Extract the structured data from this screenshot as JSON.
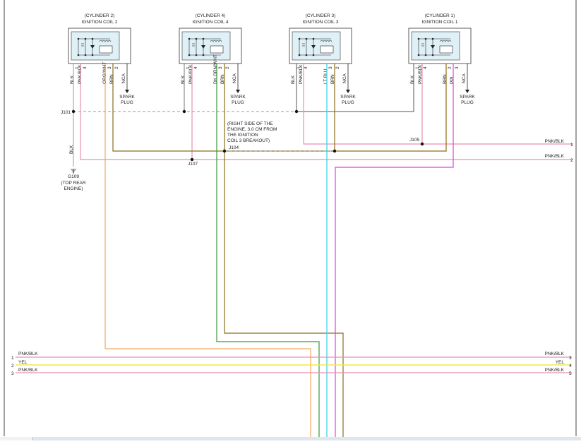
{
  "coils": [
    {
      "cyl": "(CYLINDER 2)",
      "name": "IGNITION COIL 2",
      "pins": [
        {
          "num": "1",
          "wire": "BLK"
        },
        {
          "num": "4",
          "wire": "PNK/BLK"
        },
        {
          "num": "3",
          "wire": "ORG/WHT"
        },
        {
          "num": "2",
          "wire": "BRN"
        }
      ],
      "nca": "NCA",
      "spark1": "SPARK",
      "spark2": "PLUG"
    },
    {
      "cyl": "(CYLINDER 4)",
      "name": "IGNITION COIL 4",
      "pins": [
        {
          "num": "1",
          "wire": "BLK"
        },
        {
          "num": "4",
          "wire": "PNK/BLK"
        },
        {
          "num": "3",
          "wire": "DK GRN/WHT"
        },
        {
          "num": "2",
          "wire": "BRN"
        }
      ],
      "nca": "NCA",
      "spark1": "SPARK",
      "spark2": "PLUG"
    },
    {
      "cyl": "(CYLINDER 3)",
      "name": "IGNITION COIL 3",
      "pins": [
        {
          "num": "1",
          "wire": "BLK"
        },
        {
          "num": "4",
          "wire": "PNK/BLK"
        },
        {
          "num": "3",
          "wire": "LT BLU"
        },
        {
          "num": "2",
          "wire": "BRN"
        }
      ],
      "nca": "NCA",
      "spark1": "SPARK",
      "spark2": "PLUG"
    },
    {
      "cyl": "(CYLINDER 1)",
      "name": "IGNITION COIL 1",
      "pins": [
        {
          "num": "1",
          "wire": "BLK"
        },
        {
          "num": "4",
          "wire": "PNK/BLK"
        },
        {
          "num": "2",
          "wire": "BRN"
        },
        {
          "num": "3",
          "wire": "PPL"
        }
      ],
      "nca": "NCA",
      "spark1": "SPARK",
      "spark2": "PLUG"
    }
  ],
  "splices": {
    "j101": "J101",
    "j104": "J104",
    "j105": "J105",
    "j107": "J107"
  },
  "ground": {
    "wire": "BLK",
    "label": "G109",
    "desc1": "(TOP REAR",
    "desc2": "ENGINE)"
  },
  "note": {
    "l1": "(RIGHT SIDE OF THE",
    "l2": "ENGINE, 3.0 CM FROM",
    "l3": "THE IGNITION",
    "l4": "COIL 3 BREAKOUT)"
  },
  "right_upper": [
    {
      "label": "PNK/BLK",
      "pin": "1"
    },
    {
      "label": "PNK/BLK",
      "pin": "2"
    }
  ],
  "bottom_left": [
    {
      "pin": "1",
      "label": "PNK/BLK"
    },
    {
      "pin": "2",
      "label": "YEL"
    },
    {
      "pin": "3",
      "label": "PNK/BLK"
    }
  ],
  "bottom_right": [
    {
      "pin": "3",
      "label": "PNK/BLK"
    },
    {
      "pin": "4",
      "label": "YEL"
    },
    {
      "pin": "5",
      "label": "PNK/BLK"
    }
  ],
  "colors": {
    "pink": "#e58fb4",
    "orange": "#f2a65a",
    "green": "#3a9a3a",
    "brown": "#8a6d1a",
    "lightblue": "#4fd6e6",
    "purple": "#e040e0",
    "yellow": "#f2e94a",
    "dash": "#9a9a9a",
    "coilfill": "#dff1f7"
  }
}
